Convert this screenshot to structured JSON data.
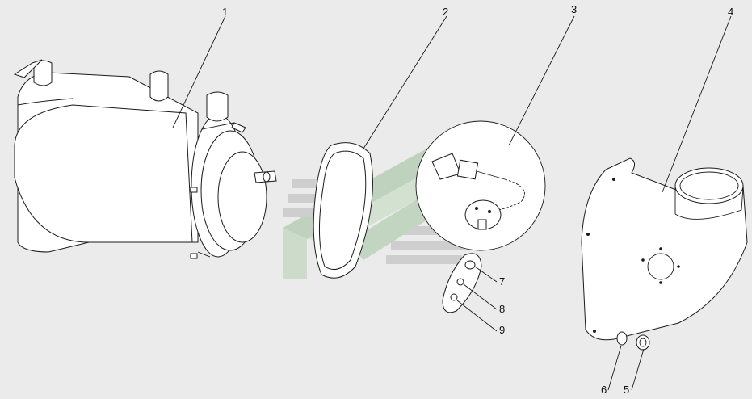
{
  "callouts": [
    {
      "id": "1",
      "text": "1"
    },
    {
      "id": "2",
      "text": "2"
    },
    {
      "id": "3",
      "text": "3"
    },
    {
      "id": "4",
      "text": "4"
    },
    {
      "id": "5",
      "text": "5"
    },
    {
      "id": "6",
      "text": "6"
    },
    {
      "id": "7",
      "text": "7"
    },
    {
      "id": "8",
      "text": "8"
    },
    {
      "id": "9",
      "text": "9"
    }
  ],
  "colors": {
    "background": "#ebebeb",
    "watermark_green": "#9fbf9d",
    "watermark_gray": "#c9c9c9",
    "line": "#1b1b1b"
  },
  "watermark": {
    "type": "logo",
    "name": "chevron-stripes-logo"
  }
}
